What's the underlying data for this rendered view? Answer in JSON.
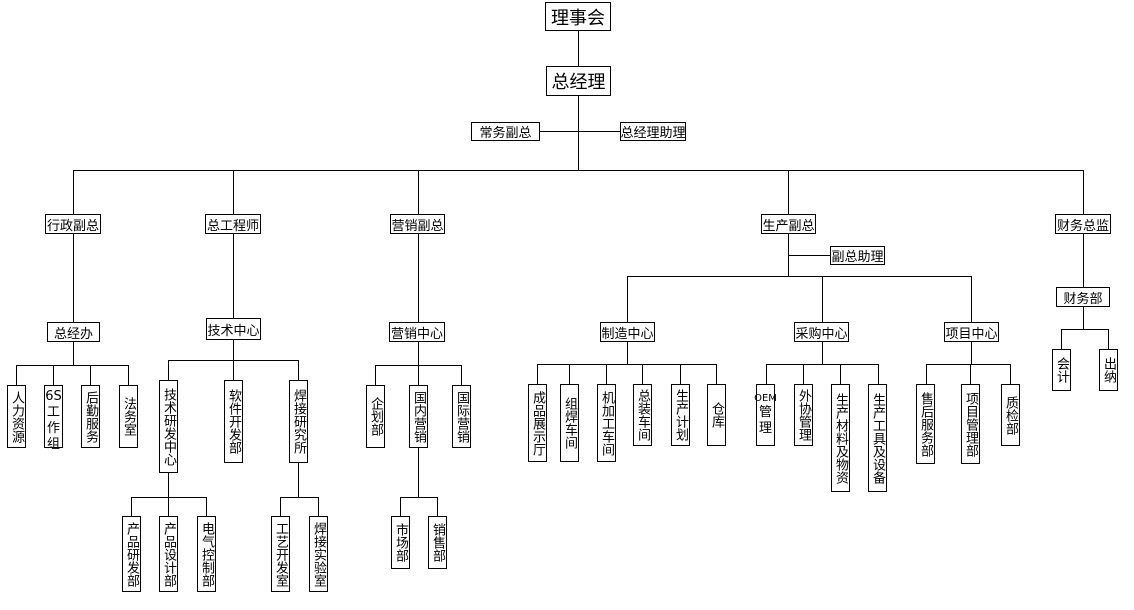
{
  "board": "理事会",
  "gm": "总经理",
  "assistants": {
    "left": "常务副总",
    "right": "总经理助理"
  },
  "vps": {
    "admin": "行政副总",
    "chief_engineer": "总工程师",
    "marketing": "营销副总",
    "production": "生产副总",
    "finance": "财务总监"
  },
  "production_assistant": "副总助理",
  "centers": {
    "gm_office": "总经办",
    "tech_center": "技术中心",
    "marketing_center": "营销中心",
    "manufacturing_center": "制造中心",
    "purchasing_center": "采购中心",
    "project_center": "项目中心",
    "finance_dept": "财务部"
  },
  "admin_units": [
    "人力资源",
    "6S工作组",
    "后勤服务",
    "法务室"
  ],
  "tech_units": [
    "技术研发中心",
    "软件开发部",
    "焊接研究所"
  ],
  "rd_units": [
    "产品研发部",
    "产品设计部",
    "电气控制部"
  ],
  "welding_units": [
    "工艺开发室",
    "焊接实验室"
  ],
  "marketing_units": [
    "企划部",
    "国内营销",
    "国际营销"
  ],
  "domestic_units": [
    "市场部",
    "销售部"
  ],
  "manufacturing_units": [
    "成品展示厅",
    "组焊车间",
    "机加工车间",
    "总装车间",
    "生产计划",
    "仓库"
  ],
  "purchasing_units": [
    "OEM管理",
    "外协管理",
    "生产材料及物资",
    "生产工具及设备"
  ],
  "project_units": [
    "售后服务部",
    "项目管理部",
    "质检部"
  ],
  "finance_units": [
    "会计",
    "出纳"
  ]
}
